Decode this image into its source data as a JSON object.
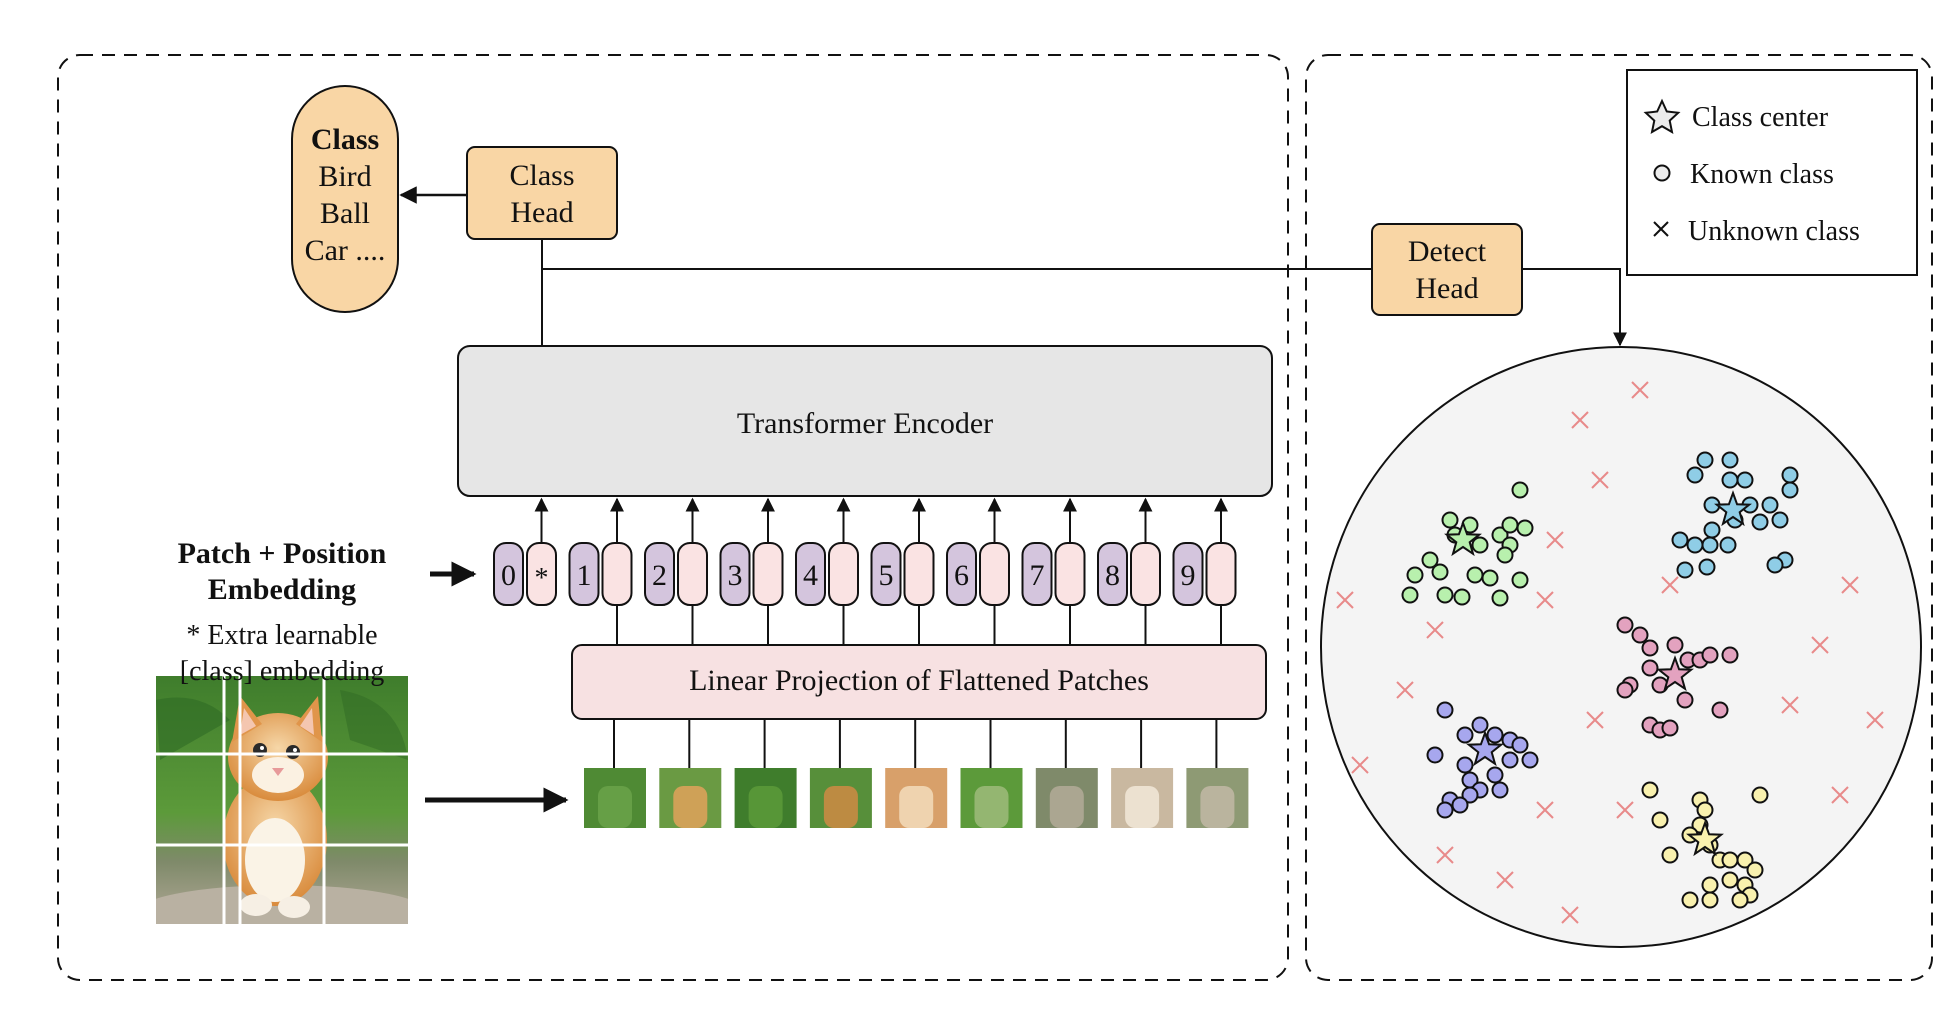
{
  "output": {
    "title": "Class",
    "items": [
      "Bird",
      "Ball",
      "Car ...."
    ]
  },
  "class_head": {
    "line1": "Class",
    "line2": "Head"
  },
  "detect_head": {
    "line1": "Detect",
    "line2": "Head"
  },
  "encoder": {
    "label": "Transformer Encoder"
  },
  "projection": {
    "label": "Linear Projection of Flattened Patches"
  },
  "embedding": {
    "title_line1": "Patch + Position",
    "title_line2": "Embedding",
    "note_line1": "* Extra learnable",
    "note_line2": "[class] embedding",
    "tokens": [
      "0",
      "1",
      "2",
      "3",
      "4",
      "5",
      "6",
      "7",
      "8",
      "9"
    ],
    "class_token": "*"
  },
  "legend": {
    "center": "Class center",
    "known": "Known class",
    "unknown": "Unknown class"
  },
  "colors": {
    "head_fill": "#f9d6a5",
    "encoder_fill": "#e6e6e6",
    "projection_fill": "#f7e1e2",
    "position_token": "#d4c5dd",
    "patch_token": "#fae3e3",
    "feature_space_bg": "#f4f4f4",
    "cluster_green": "#b8f0ad",
    "cluster_blue": "#8fcde6",
    "cluster_pink": "#e3a2bf",
    "cluster_purple": "#a7a7ee",
    "cluster_yellow": "#f9f1ae",
    "unknown_marker": "#e88a8a"
  },
  "icons": {
    "input_image": "kitten-photo-with-3x3-grid",
    "patches": "nine-image-patches",
    "center": "star-icon",
    "known": "circle-icon",
    "unknown": "cross-icon"
  }
}
